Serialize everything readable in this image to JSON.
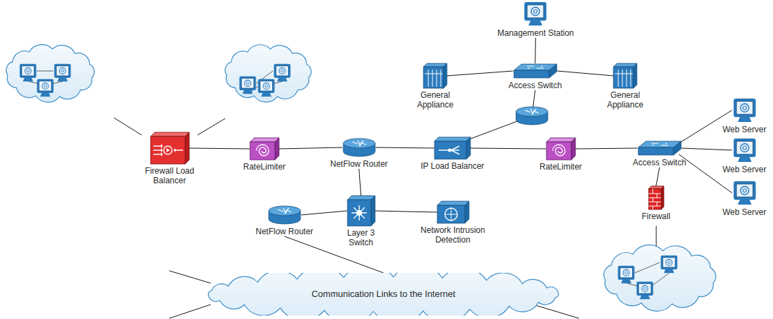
{
  "diagram": {
    "nodes": [
      {
        "text": [
          "Management Station"
        ]
      },
      {
        "text": [
          "General Appliance"
        ]
      },
      {
        "text": [
          "Access Switch"
        ]
      },
      {
        "text": [
          "General Appliance"
        ]
      },
      {
        "text": [
          "Web Server"
        ]
      },
      {
        "text": [
          "Firewall Load Balancer"
        ]
      },
      {
        "text": [
          "RateLimiter"
        ]
      },
      {
        "text": [
          "NetFlow Router"
        ]
      },
      {
        "text": [
          "IP Load Balancer"
        ]
      },
      {
        "text": [
          "RateLimiter"
        ]
      },
      {
        "text": [
          "Access Switch"
        ]
      },
      {
        "text": [
          "Web Server"
        ]
      },
      {
        "text": [
          "Web Server"
        ]
      },
      {
        "text": [
          "Firewall"
        ]
      },
      {
        "text": [
          "NetFlow Router"
        ]
      },
      {
        "text": [
          "Layer 3 Switch"
        ]
      },
      {
        "text": [
          "Network Intrusion Detection"
        ]
      },
      {
        "text": [
          "Communication Links to the Internet"
        ]
      }
    ],
    "edges": [
      {
        "from": 0,
        "to": 2,
        "arrow": "none"
      },
      {
        "from": 1,
        "to": 2,
        "arrow": "none"
      },
      {
        "from": 2,
        "to": 3,
        "arrow": "none"
      },
      {
        "from": 5,
        "to": 6,
        "arrow": "none"
      },
      {
        "from": 6,
        "to": 7,
        "arrow": "none"
      },
      {
        "from": 7,
        "to": 8,
        "arrow": "none"
      },
      {
        "from": 8,
        "to": 9,
        "arrow": "none"
      },
      {
        "from": 9,
        "to": 10,
        "arrow": "none"
      },
      {
        "from": 8,
        "to": 2,
        "arrow": "none"
      },
      {
        "from": 10,
        "to": 4,
        "arrow": "none"
      },
      {
        "from": 10,
        "to": 11,
        "arrow": "none"
      },
      {
        "from": 10,
        "to": 12,
        "arrow": "none"
      },
      {
        "from": 10,
        "to": 13,
        "arrow": "none"
      },
      {
        "from": 7,
        "to": 15,
        "arrow": "none"
      },
      {
        "from": 15,
        "to": 16,
        "arrow": "none"
      },
      {
        "from": 14,
        "to": 15,
        "arrow": "none"
      },
      {
        "from": 14,
        "to": 17,
        "arrow": "none"
      }
    ]
  }
}
